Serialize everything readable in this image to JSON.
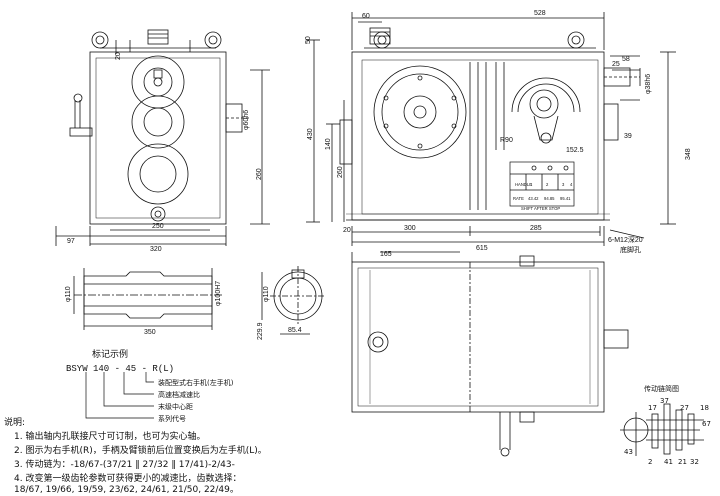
{
  "front_view": {
    "dims": {
      "d97": "97",
      "d320": "320",
      "d250": "250",
      "d260": "260",
      "d20": "20",
      "dphi": "φ60h6"
    }
  },
  "side_view": {
    "dims": {
      "d60": "60",
      "d528": "528",
      "d50": "50",
      "d430": "430",
      "d140": "140",
      "d260": "260",
      "d300": "300",
      "d285": "285",
      "d615": "615",
      "d20": "20",
      "d25": "25",
      "d58": "58",
      "dphi38": "φ38h6",
      "d39": "39",
      "d348": "348",
      "dR90": "R90",
      "d152": "152.5",
      "bolt": "6-M12深20",
      "bolt2": "底脚孔"
    },
    "plate": {
      "row1": [
        "HANDLE",
        "1",
        "2",
        "3",
        "4"
      ],
      "row2": [
        "RATE",
        "43.42",
        "94.85",
        "95.41"
      ],
      "row3": "SHIFT AFTER STOP"
    }
  },
  "shaft": {
    "d110": "φ110",
    "d350": "350",
    "d100": "φ100H7"
  },
  "section": {
    "d110": "φ110",
    "d229": "229.9",
    "d85": "85.4"
  },
  "legend": {
    "title": "标记示例",
    "code": "BSYW  140 - 45 - R(L)",
    "items": [
      "装配型式右手机(左手机)",
      "高速档减速比",
      "末级中心距",
      "系列代号"
    ]
  },
  "notes": {
    "title": "说明:",
    "lines": [
      "1. 输出轴内孔联接尺寸可订制，也可为实心轴。",
      "2. 图示为右手机(R)，手柄及臂锁前后位置变换后为左手机(L)。",
      "3. 传动链为：-18/67-(37/21 ‖ 27/32 ‖ 17/41)-2/43-",
      "4. 改变第一级齿轮参数可获得更小的减速比，齿数选择：",
      "   18/67, 19/66, 19/59, 23/62, 24/61, 21/50, 22/49。"
    ]
  },
  "transmission": {
    "title": "传动链简图",
    "top": [
      "37",
      "17",
      "27",
      "18"
    ],
    "side": "67",
    "bottom": [
      "2",
      "41",
      "21",
      "32"
    ],
    "left": "43"
  },
  "plan_view": {
    "d165": "165"
  }
}
